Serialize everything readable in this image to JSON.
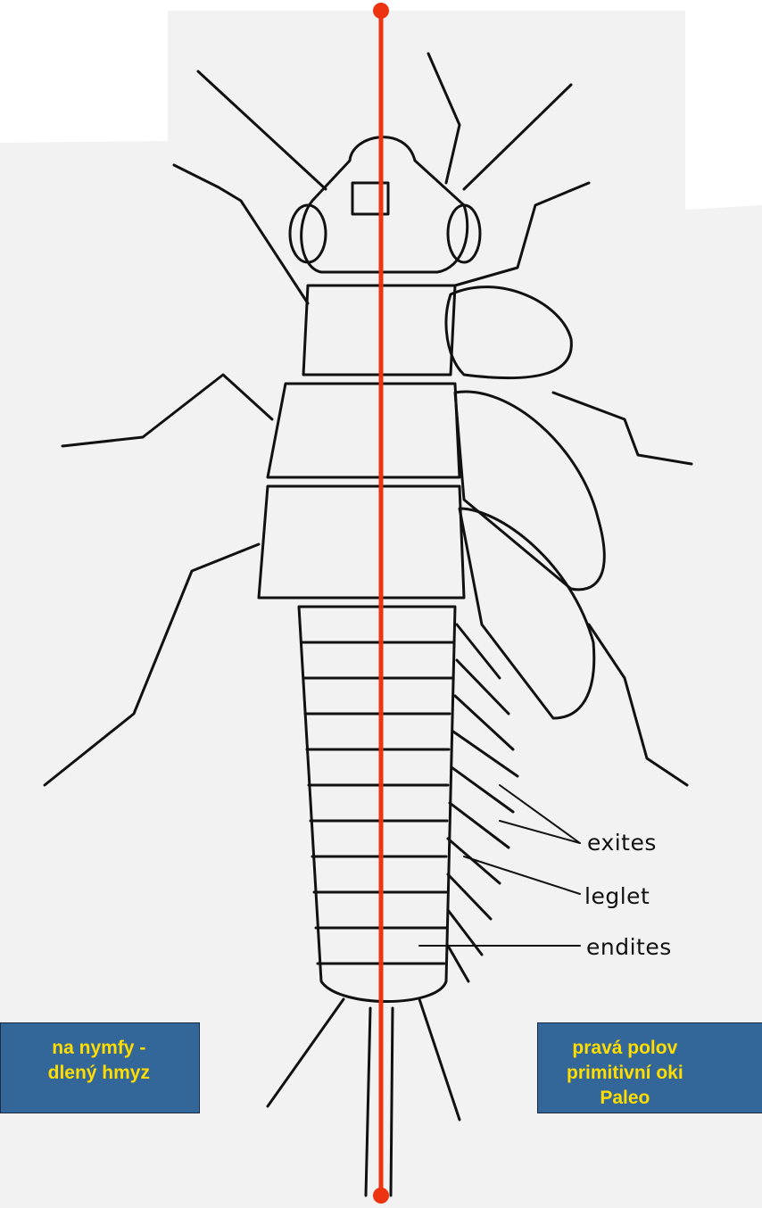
{
  "labels": {
    "exites": "exites",
    "leglet": "leglet",
    "endites": "endites"
  },
  "captions": {
    "left_line1": "na nymfy -",
    "left_line2": "dlený hmyz",
    "right_line1": "pravá polov",
    "right_line2": "primitivní oki",
    "right_line3": "Paleo"
  },
  "colors": {
    "divider_line": "#ee3311",
    "caption_bg": "#336699",
    "caption_text": "#ffdd00"
  }
}
